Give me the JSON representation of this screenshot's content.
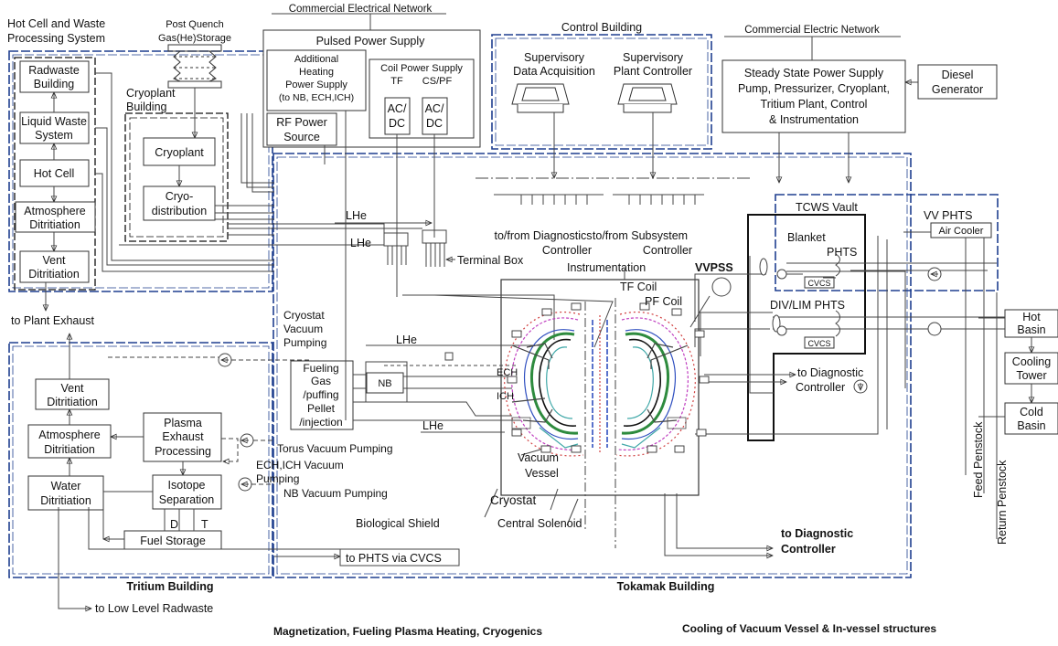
{
  "regions": {
    "hot_cell": {
      "title_line1": "Hot Cell and Waste",
      "title_line2": "Processing System"
    },
    "post_quench": {
      "line1": "Post Quench",
      "line2": "Gas(He)Storage"
    },
    "cryoplant_building": {
      "line1": "Cryoplant",
      "line2": "Building"
    },
    "commercial_electrical": "Commercial Electrical Network",
    "pulsed_power": "Pulsed Power Supply",
    "control_building": "Control  Building",
    "commercial_electric": "Commercial Electric Network",
    "tritium_building": "Tritium Building",
    "tokamak_building": "Tokamak Building",
    "tcws_vault": "TCWS Vault"
  },
  "boxes": {
    "radwaste": [
      "Radwaste",
      "Building"
    ],
    "liquid_waste": [
      "Liquid Waste",
      "System"
    ],
    "hot_cell": [
      "Hot Cell"
    ],
    "atm_dit_top": [
      "Atmosphere",
      "Ditritiation"
    ],
    "vent_dit_top": [
      "Vent",
      "Ditritiation"
    ],
    "cryoplant": [
      "Cryoplant"
    ],
    "cryo_dist": [
      "Cryo-",
      "distribution"
    ],
    "add_heating": [
      "Additional",
      "Heating",
      "Power Supply",
      "(to NB, ECH,ICH)"
    ],
    "coil_ps": [
      "Coil Power Supply"
    ],
    "tf": "TF",
    "cspf": "CS/PF",
    "acdc_left": [
      "AC/",
      "DC"
    ],
    "acdc_right": [
      "AC/",
      "DC"
    ],
    "rf_power": [
      "RF Power",
      "Source"
    ],
    "sup_data": [
      "Supervisory",
      "Data Acquisition"
    ],
    "sup_plant": [
      "Supervisory",
      "Plant Controller"
    ],
    "steady_state": [
      "Steady State Power Supply",
      "Pump, Pressurizer, Cryoplant,",
      "Tritium Plant, Control",
      "& Instrumentation"
    ],
    "diesel": [
      "Diesel",
      "Generator"
    ],
    "vent_dit_bot": [
      "Vent",
      "Ditritiation"
    ],
    "atm_dit_bot": [
      "Atmosphere",
      "Ditritiation"
    ],
    "water_dit": [
      "Water",
      "Ditritiation"
    ],
    "plasma_exhaust": [
      "Plasma",
      "Exhaust",
      "Processing"
    ],
    "isotope": [
      "Isotope",
      "Separation"
    ],
    "fuel_storage": [
      "Fuel Storage"
    ],
    "fueling": [
      "Fueling",
      "Gas",
      "/puffing",
      "Pellet",
      "/injection"
    ],
    "nb": [
      "NB"
    ],
    "air_cooler": [
      "Air Cooler"
    ],
    "cvcs_top": [
      "CVCS"
    ],
    "cvcs_bot": [
      "CVCS"
    ],
    "hot_basin": [
      "Hot",
      "Basin"
    ],
    "cooling_tower": [
      "Cooling",
      "Tower"
    ],
    "cold_basin": [
      "Cold",
      "Basin"
    ]
  },
  "labels": {
    "lhe_1": "LHe",
    "lhe_2": "LHe",
    "lhe_3": "LHe",
    "lhe_4": "LHe",
    "terminal_box": "Terminal Box",
    "diag_ctrl": [
      "to/from Diagnostics",
      "Controller"
    ],
    "subsys_ctrl": [
      "to/from Subsystem",
      "Controller"
    ],
    "instrumentation": "Instrumentation",
    "vvpss": "VVPSS",
    "tf_coil": "TF Coil",
    "pf_coil": "PF Coil",
    "blanket": "Blanket",
    "phts_1": "PHTS",
    "div_lim": "DIV/LIM  PHTS",
    "vv_phts": "VV PHTS",
    "to_plant_exhaust": "to Plant Exhaust",
    "cryostat_vac": [
      "Cryostat",
      "Vacuum",
      "Pumping"
    ],
    "ech": "ECH",
    "ich": "ICH",
    "to_diag_ctrl": [
      "to Diagnostic",
      "Controller"
    ],
    "torus_vac": "Torus Vacuum Pumping",
    "ech_ich_vac": [
      "ECH,ICH Vacuum",
      "Pumping"
    ],
    "nb_vac": "NB Vacuum Pumping",
    "vacuum_vessel": [
      "Vacuum",
      "Vessel"
    ],
    "cryostat": "Cryostat",
    "bio_shield": "Biological Shield",
    "central_solenoid": "Central Solenoid",
    "to_diag_ctrl_bold": [
      "to Diagnostic",
      "Controller"
    ],
    "d": "D",
    "t": "T",
    "to_phts": "to PHTS via CVCS",
    "to_low_level": "to Low Level Radwaste",
    "feed_penstock": "Feed Penstock",
    "return_penstock": "Return Penstock"
  },
  "captions": {
    "left": "Magnetization, Fueling Plasma Heating, Cryogenics",
    "right": "Cooling of Vacuum Vessel & In-vessel structures"
  },
  "colors": {
    "line": "#333333",
    "region": "#1f3f8f",
    "coil_green": "#2e8b3e",
    "coil_red": "#d04040",
    "coil_blue": "#3050c0",
    "coil_cyan": "#40a8a8",
    "coil_magenta": "#c040c0"
  }
}
